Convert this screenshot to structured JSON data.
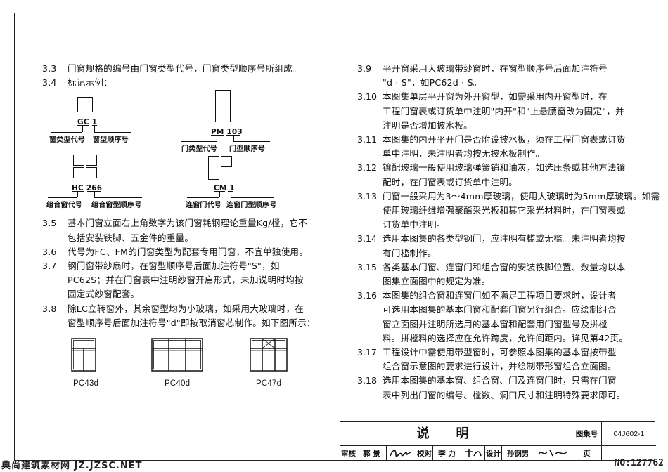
{
  "left": {
    "items": [
      {
        "num": "3.3",
        "lines": [
          "门窗规格的编号由门窗类型代号，门窗类型顺序号所组成。"
        ]
      },
      {
        "num": "3.4",
        "lines": [
          "标记示例："
        ]
      }
    ],
    "examples": {
      "gc": {
        "code": "GC 1",
        "label_a": "窗类型代号",
        "label_b": "窗型顺序号"
      },
      "pm": {
        "code": "PM 103",
        "label_a": "门类型代号",
        "label_b": "门型顺序号"
      },
      "hc": {
        "code": "HC 266",
        "label_a": "组合窗代号",
        "label_b": "组合窗型顺序号"
      },
      "cm": {
        "code": "CM 1",
        "label_a": "连窗门代号",
        "label_b": "连窗门型顺序号"
      }
    },
    "items2": [
      {
        "num": "3.5",
        "lines": [
          "基本门窗立面右上角数字为该门窗耗钢理论重量Kg/樘，它不",
          "包括安装铁脚、五金件的重量。"
        ]
      },
      {
        "num": "3.6",
        "lines": [
          "代号为FC、FM的门窗类型为配套专用门窗，不宜单独使用。"
        ]
      },
      {
        "num": "3.7",
        "lines": [
          "钢门窗带纱扇时，在窗型顺序号后面加注符号\"S\"，如",
          "PC62S；并在门窗表中注明纱窗开启形式，未加说明时均按",
          "固定式纱窗配套。"
        ]
      },
      {
        "num": "3.8",
        "lines": [
          "除LC立转窗外，其余窗型均为小玻璃，如采用大玻璃时，在",
          "窗型顺序号后面加注符号\"d\"即按取消窗芯制作。如下图所示："
        ]
      }
    ],
    "windows": [
      "PC43d",
      "PC40d",
      "PC47d"
    ]
  },
  "right": {
    "items": [
      {
        "num": "3.9",
        "lines": [
          "平开窗采用大玻璃带纱窗时，在窗型顺序号后面加注符号",
          "\"d · S\"，如PC62d · S。"
        ]
      },
      {
        "num": "3.10",
        "lines": [
          "本图集单层平开窗为外开窗型，如需采用内开窗型时，在",
          "工程门窗表或订货单中注明\"内开\"和\"上悬腰窗改为固定\"，并",
          "注明是否增加披水板。"
        ]
      },
      {
        "num": "3.11",
        "lines": [
          "本图集的内开平开门是否附设披水板，须在工程门窗表或订货",
          "单中注明，未注明者均按无披水板制作。"
        ]
      },
      {
        "num": "3.12",
        "lines": [
          "镶配玻璃一般使用玻璃弹簧销和油灰，如选压条或其他方法镶",
          "配时，在门窗表或订货单中注明。"
        ]
      },
      {
        "num": "3.13",
        "lines": [
          "门窗一般采用为3～4mm厚玻璃，使用大玻璃时为5mm厚玻璃。如需",
          "使用玻璃纤维增强聚酯采光板和其它采光材料时，在门窗表或",
          "订货单中注明。"
        ]
      },
      {
        "num": "3.14",
        "lines": [
          "选用本图集的各类型钢门，应注明有槛或无槛。未注明者均按",
          "有门槛制作。"
        ]
      },
      {
        "num": "3.15",
        "lines": [
          "各类基本门窗、连窗门和组合窗的安装铁脚位置、数量均以本",
          "图集立面图中的规定为准。"
        ]
      },
      {
        "num": "3.16",
        "lines": [
          "本图集的组合窗和连窗门如不满足工程项目要求时，设计者",
          "可选用本图集的基本门窗和配套门窗另行组合。应绘制组合",
          "窗立面图并注明所选用的基本窗和配套用门窗型号及拼樘",
          "料。拼樘料的选择应在允许跨度，允许间距内。详见第42页。"
        ]
      },
      {
        "num": "3.17",
        "lines": [
          "工程设计中需使用带型窗时，可参照本图集的基本窗按带型",
          "组合窗示意图的要求进行设计，并绘制带形窗组合立面图。"
        ]
      },
      {
        "num": "3.18",
        "lines": [
          "选用本图集的基本窗、组合窗、门及连窗门时，只需在门窗",
          "表中列出门窗的编号、樘数、洞口尺寸和注明特殊要求即可。"
        ]
      }
    ]
  },
  "titleblock": {
    "title": "说明",
    "atlas_label": "图集号",
    "atlas_no": "04J602-1",
    "page_label": "页",
    "review": "审核",
    "review_name": "郭 景",
    "check": "校对",
    "check_name": "李 力",
    "design": "设计",
    "design_name": "孙钢男"
  },
  "footer": {
    "watermark_left": "典尚建筑素材网 JZ.JZSC.NET",
    "watermark_right": "NO:127762"
  }
}
